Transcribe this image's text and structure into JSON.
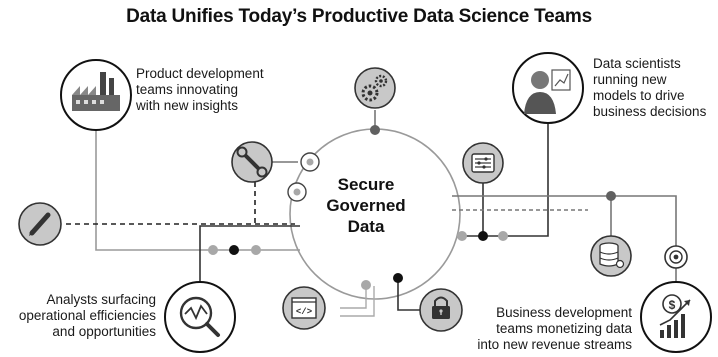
{
  "title": "Data Unifies Today’s Productive Data Science Teams",
  "center": {
    "lines": [
      "Secure",
      "Governed",
      "Data"
    ]
  },
  "labels": {
    "product": [
      "Product development",
      "teams innovating",
      "with new insights"
    ],
    "scientists": [
      "Data scientists",
      "running new",
      "models to drive",
      "business decisions"
    ],
    "analysts": [
      "Analysts surfacing",
      "operational efficiencies",
      "and opportunities"
    ],
    "business": [
      "Business development",
      "teams monetizing data",
      "into new revenue streams"
    ]
  },
  "icons": [
    "factory-icon",
    "person-chart-icon",
    "magnifier-chart-icon",
    "money-growth-icon",
    "gears-icon",
    "wrench-icon",
    "pencil-icon",
    "settings-sliders-icon",
    "database-icon",
    "code-window-icon",
    "lock-icon",
    "target-icon"
  ],
  "colors": {
    "line_dark": "#555555",
    "line_light": "#9a9a9a",
    "node_dark": "#606060",
    "node_light": "#a8a8a8",
    "icon_fill": "#c8c8c8",
    "black": "#111111"
  }
}
